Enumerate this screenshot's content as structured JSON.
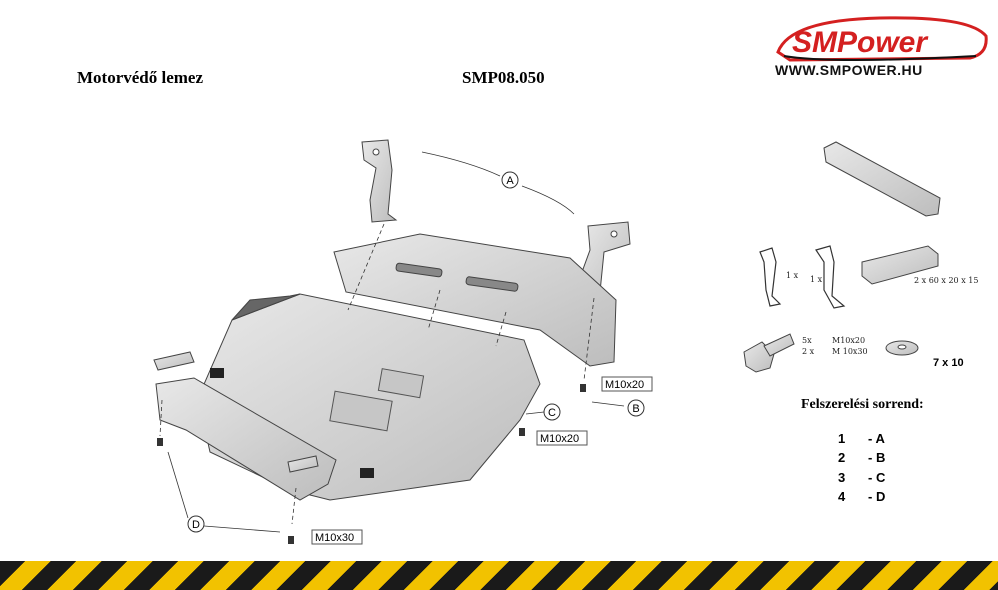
{
  "header": {
    "title": "Motorvédő lemez",
    "code": "SMP08.050"
  },
  "logo": {
    "brand": "SMPower",
    "url": "WWW.SMPOWER.HU",
    "colors": {
      "red": "#d42020",
      "black": "#111111"
    }
  },
  "diagram": {
    "callouts": {
      "a": "A",
      "b": "B",
      "c": "C",
      "d": "D"
    },
    "bolt_labels": {
      "top_right": "M10x20",
      "mid_right": "M10x20",
      "bottom": "M10x30"
    }
  },
  "parts": {
    "bracket_qty": "1 x",
    "bracket_qty_2": "1 x",
    "spacer_label": "2 x   60 x 20 x 15",
    "bolt_qty_1": "5x",
    "bolt_qty_2": "2 x",
    "bolt_size_1": "M10x20",
    "bolt_size_2": "M 10x30",
    "washer_label": "7 x   10"
  },
  "sequence": {
    "title": "Felszerelési sorrend:",
    "steps": [
      {
        "num": "1",
        "label": "- A"
      },
      {
        "num": "2",
        "label": "- B"
      },
      {
        "num": "3",
        "label": "- C"
      },
      {
        "num": "4",
        "label": "- D"
      }
    ]
  },
  "colors": {
    "hazard_yellow": "#f2c200",
    "hazard_black": "#1a1a1a",
    "metal": "#d9d9d9"
  }
}
